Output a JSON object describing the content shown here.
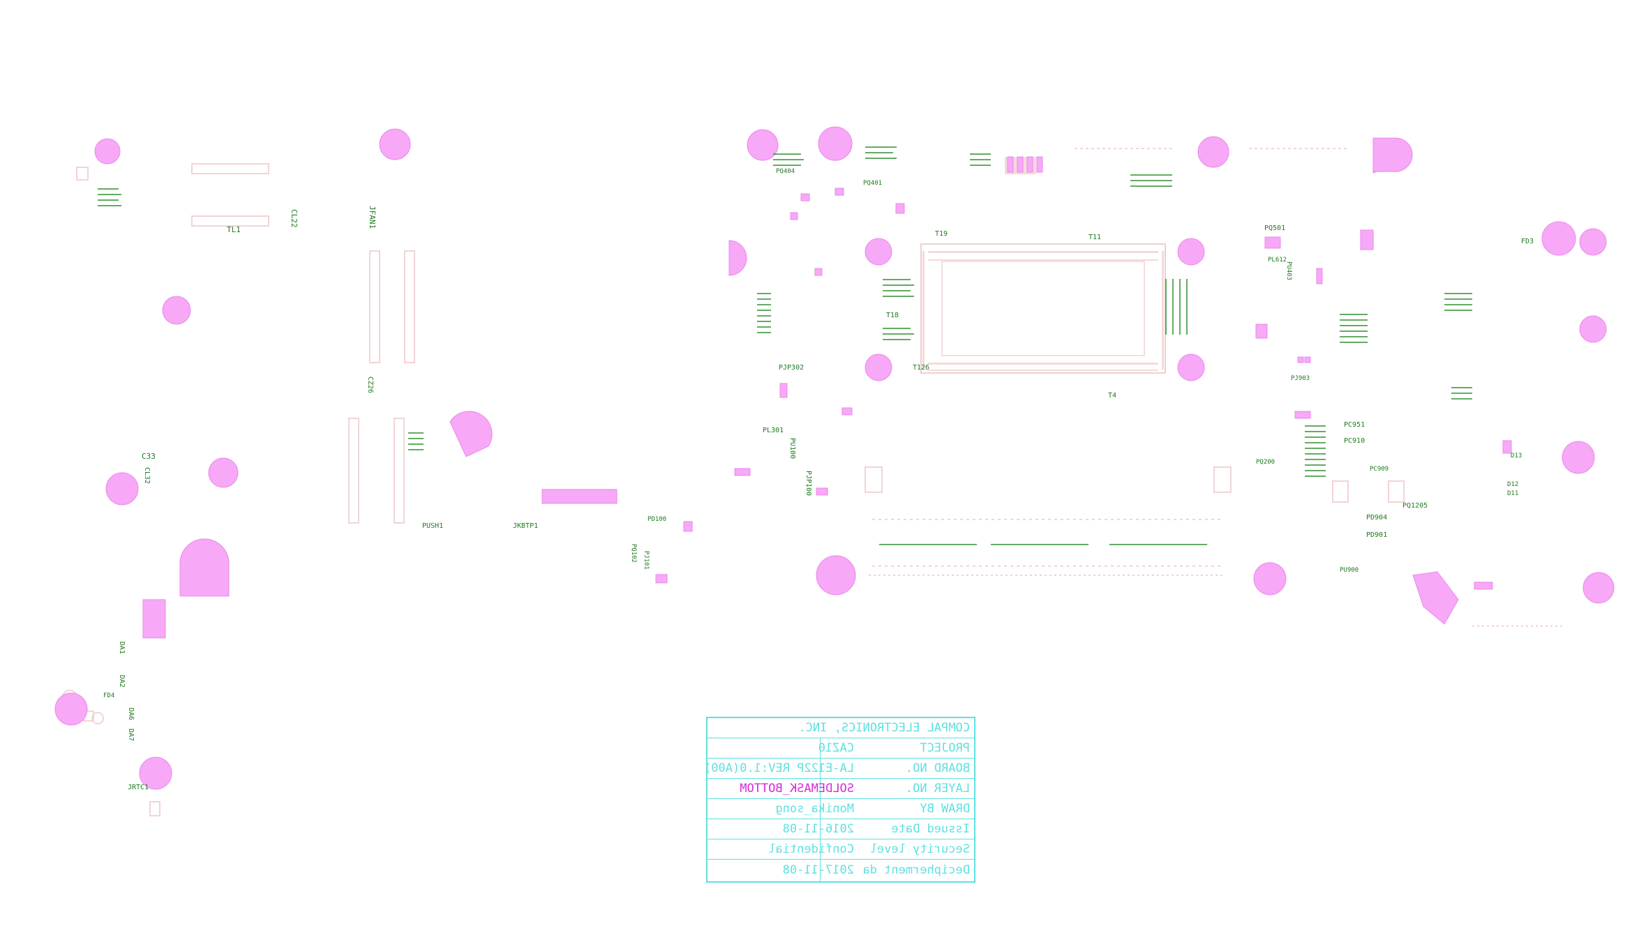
{
  "layer_color": "#f7a8f7",
  "trace_color": "#f2d4d4",
  "label_color": "#1e7a1e",
  "titleblock_color": "#5fe0e0",
  "layer_name_color": "#d62bd6",
  "title_block": {
    "company": "COMPAL ELECTRONICS, INC.",
    "rows": [
      {
        "label": "PROJECT",
        "value": "CAZ10"
      },
      {
        "label": "BOARD NO.",
        "value": "LA-E122P REV:1.0(A00)"
      },
      {
        "label": "LAYER NO.",
        "value": "SOLDEMASK_BOTTOM"
      },
      {
        "label": "DRAW BY",
        "value": "Monika_song"
      },
      {
        "label": "Issued Date",
        "value": "2016-11-08"
      },
      {
        "label": "Security level",
        "value": "Confidential"
      },
      {
        "label": "Decipherment date",
        "value": "2017-11-08"
      }
    ]
  },
  "designators": [
    {
      "text": "TL1"
    },
    {
      "text": "CL22"
    },
    {
      "text": "JFAN1"
    },
    {
      "text": "CZ26"
    },
    {
      "text": "C33"
    },
    {
      "text": "CL32"
    },
    {
      "text": "PUSH1"
    },
    {
      "text": "JKBTP1"
    },
    {
      "text": "PD100"
    },
    {
      "text": "PJ101"
    },
    {
      "text": "PQ102"
    },
    {
      "text": "PJP302"
    },
    {
      "text": "PL301"
    },
    {
      "text": "PU100"
    },
    {
      "text": "PJP100"
    },
    {
      "text": "T19"
    },
    {
      "text": "T18"
    },
    {
      "text": "T11"
    },
    {
      "text": "T4"
    },
    {
      "text": "T126"
    },
    {
      "text": "PQ501"
    },
    {
      "text": "PL612"
    },
    {
      "text": "PC951"
    },
    {
      "text": "PC910"
    },
    {
      "text": "PQ1205"
    },
    {
      "text": "PD904"
    },
    {
      "text": "PD901"
    },
    {
      "text": "FD3"
    },
    {
      "text": "FD4"
    },
    {
      "text": "JRTC1"
    },
    {
      "text": "DA1"
    },
    {
      "text": "DA2"
    },
    {
      "text": "DA6"
    },
    {
      "text": "DA7"
    },
    {
      "text": "D13"
    },
    {
      "text": "D12"
    },
    {
      "text": "D11"
    },
    {
      "text": "PQ200"
    },
    {
      "text": "PC909"
    },
    {
      "text": "PU900"
    },
    {
      "text": "PQ404"
    },
    {
      "text": "PQ401"
    },
    {
      "text": "PU403"
    },
    {
      "text": "PJ903"
    }
  ]
}
